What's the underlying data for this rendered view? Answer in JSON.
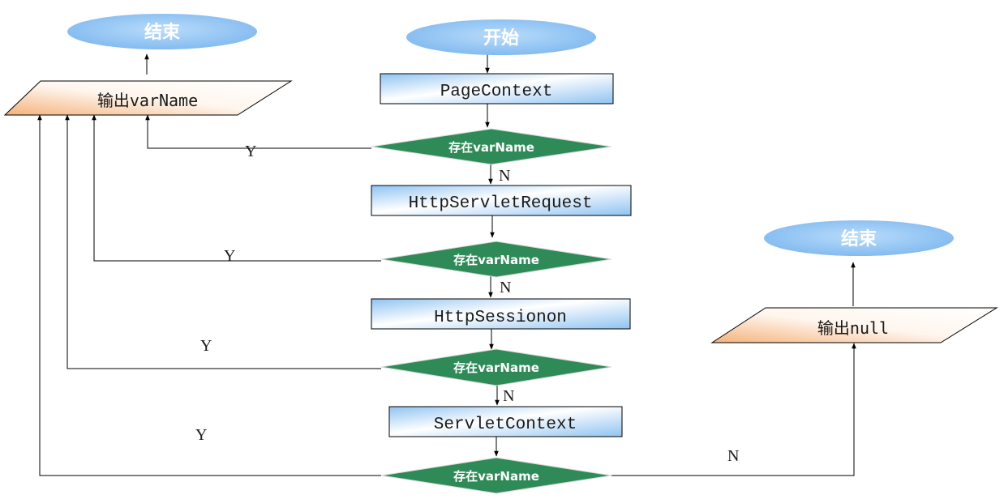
{
  "nodes": {
    "start": "开始",
    "end_left": "结束",
    "end_right": "结束",
    "page_context": "PageContext",
    "http_request": "HttpServletRequest",
    "http_session": "HttpSessionon",
    "servlet_context": "ServletContext",
    "check_1": "存在varName",
    "check_2": "存在varName",
    "check_3": "存在varName",
    "check_4": "存在varName",
    "output_var": "输出varName",
    "output_null": "输出null"
  },
  "edge_labels": {
    "y1": "Y",
    "y2": "Y",
    "y3": "Y",
    "y4": "Y",
    "n1": "N",
    "n2": "N",
    "n3": "N",
    "n4": "N"
  },
  "colors": {
    "ellipse": "#9ccaf5",
    "process_box": "#cfe6fb",
    "decision": "#2e8b57",
    "io_shape": "#fbe0c8"
  }
}
